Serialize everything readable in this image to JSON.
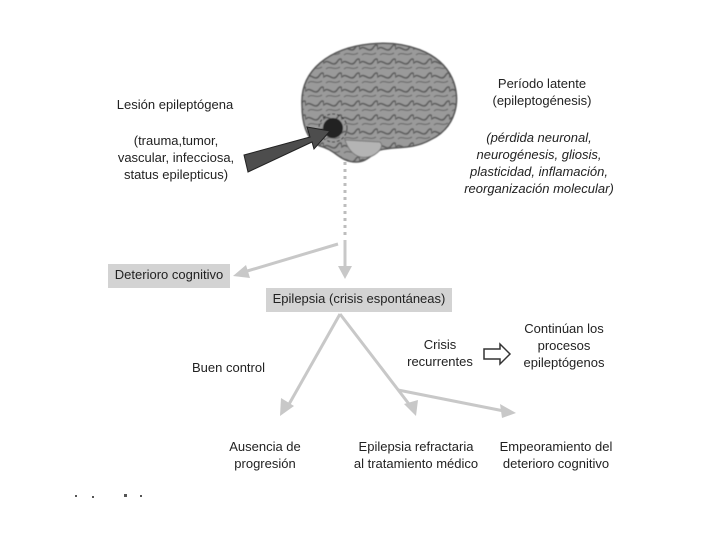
{
  "lesion": {
    "title": "Lesión epileptógena",
    "causes": "(trauma,tumor,\nvascular, infecciosa,\nstatus epilepticus)"
  },
  "latent": {
    "title": "Período latente\n(epileptogénesis)",
    "processes": "(pérdida neuronal,\nneurogénesis, gliosis,\nplasticidad, inflamación,\nreorganización molecular)"
  },
  "boxes": {
    "deterioro": "Deterioro cognitivo",
    "epilepsia": "Epilepsia (crisis espontáneas)"
  },
  "branches": {
    "buen_control": "Buen control",
    "crisis_recurrentes": "Crisis\nrecurrentes",
    "continuan": "Continúan los\nprocesos\nepileptógenos"
  },
  "outcomes": {
    "ausencia": "Ausencia de\nprogresión",
    "refractaria": "Epilepsia refractaria\nal tratamiento médico",
    "empeoramiento": "Empeoramiento del\ndeterioro cognitivo"
  },
  "colors": {
    "box_fill": "#d3d3d3",
    "arrow_light": "#c8c8c8",
    "arrow_dark": "#505050",
    "brain": "#8a8a8a"
  },
  "icons": [
    "brain-illustration",
    "lesion-arrow-icon",
    "hollow-right-arrow-icon"
  ]
}
